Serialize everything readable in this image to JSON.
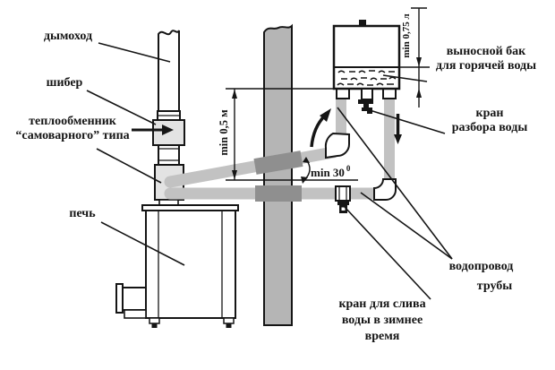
{
  "diagram": {
    "title_context": "sauna stove water-heating scheme",
    "labels": {
      "chimney": "дымоход",
      "damper": "шибер",
      "heat_exchanger_1": "теплообменник",
      "heat_exchanger_2": "“самоварного” типа",
      "stove": "печь",
      "tank_1": "выносной бак",
      "tank_2": "для горячей воды",
      "tap_1": "кран",
      "tap_2": "разбора воды",
      "pipes_1": "водопровод",
      "pipes_2": "трубы",
      "drain_1": "кран для слива",
      "drain_2": "воды в зимнее",
      "drain_3": "время"
    },
    "dimensions": {
      "riser_height": "min 0,5 м",
      "tank_reserve": "min 0,75 л",
      "pipe_angle": "min 30",
      "pipe_angle_sup": "0"
    },
    "colors": {
      "line": "#151515",
      "pipe": "#c2c2c2",
      "pipe_sleeve": "#8f8f8f",
      "wall": "#b5b5b5",
      "box_fill": "#e3e3e3",
      "background": "#ffffff"
    }
  }
}
